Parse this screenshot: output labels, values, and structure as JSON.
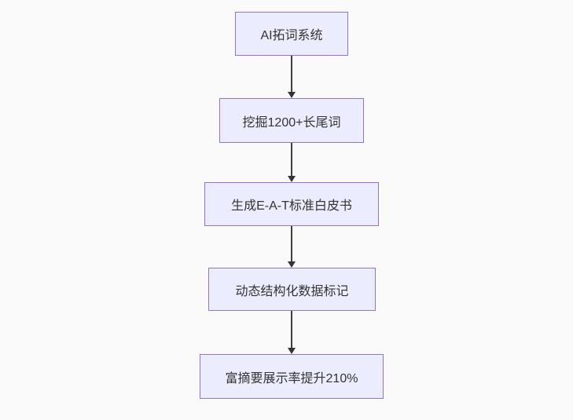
{
  "diagram": {
    "type": "flowchart",
    "direction": "top-down",
    "background_color": "#fafafa",
    "node_fill_color": "#ececff",
    "node_border_color": "#9370db",
    "node_text_color": "#333333",
    "arrow_color": "#333333",
    "nodes": [
      {
        "id": "n1",
        "label": "AI拓词系统"
      },
      {
        "id": "n2",
        "label": "挖掘1200+长尾词"
      },
      {
        "id": "n3",
        "label": "生成E-A-T标准白皮书"
      },
      {
        "id": "n4",
        "label": "动态结构化数据标记"
      },
      {
        "id": "n5",
        "label": "富摘要展示率提升210%"
      }
    ],
    "edges": [
      {
        "from": "n1",
        "to": "n2"
      },
      {
        "from": "n2",
        "to": "n3"
      },
      {
        "from": "n3",
        "to": "n4"
      },
      {
        "from": "n4",
        "to": "n5"
      }
    ]
  }
}
